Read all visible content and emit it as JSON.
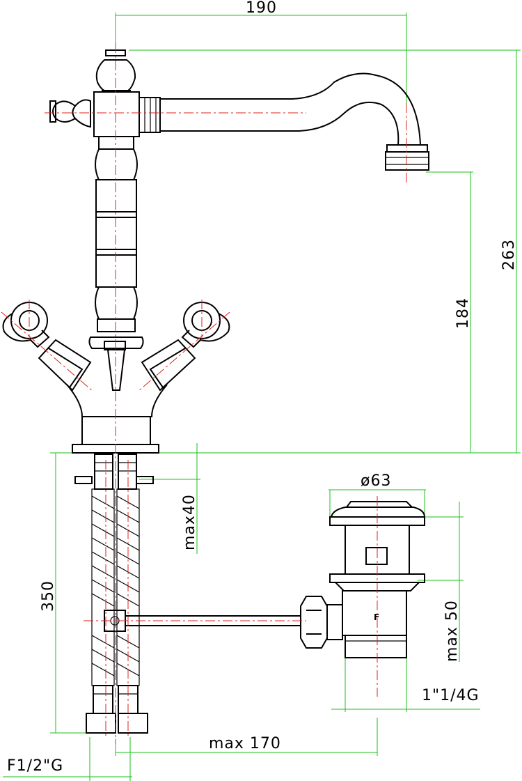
{
  "dimensions": {
    "width_190": "190",
    "height_263": "263",
    "height_184": "184",
    "max_40": "max40",
    "diameter_63": "ø63",
    "height_350": "350",
    "max_50": "max 50",
    "thread_waste": "1\"1/4G",
    "max_170": "max 170",
    "thread_inlet": "F1/2\"G"
  },
  "colors": {
    "dimension_lines": "#19c219",
    "center_lines": "#e0201b",
    "outline": "#000000"
  }
}
